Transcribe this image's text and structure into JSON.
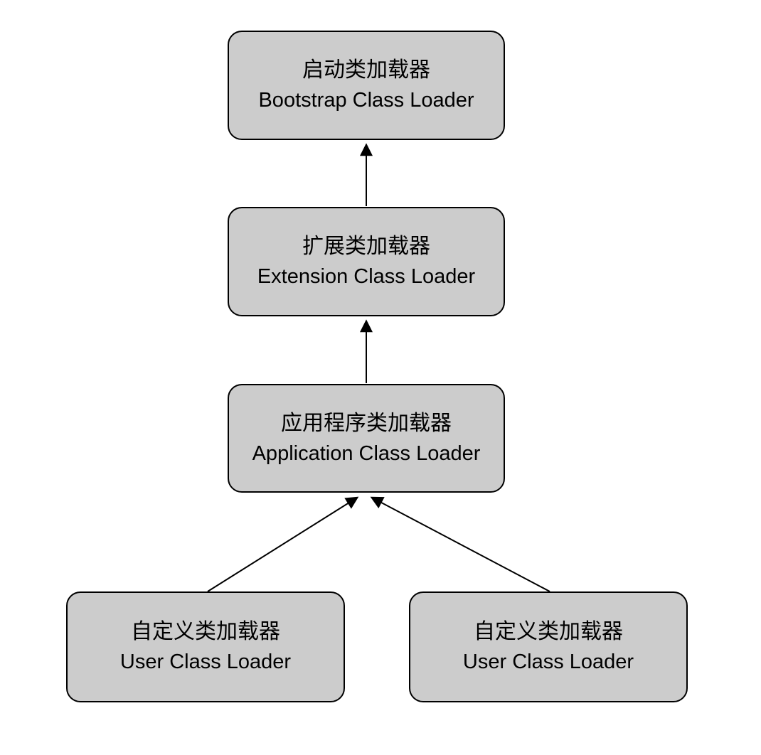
{
  "colors": {
    "background": "#FFFFFF",
    "node_fill": "#CCCCCC",
    "node_border": "#000000",
    "arrow": "#000000",
    "text": "#000000"
  },
  "nodes": {
    "bootstrap": {
      "zh": "启动类加载器",
      "en": "Bootstrap Class Loader"
    },
    "extension": {
      "zh": "扩展类加载器",
      "en": "Extension Class Loader"
    },
    "application": {
      "zh": "应用程序类加载器",
      "en": "Application Class Loader"
    },
    "user_left": {
      "zh": "自定义类加载器",
      "en": "User Class Loader"
    },
    "user_right": {
      "zh": "自定义类加载器",
      "en": "User Class Loader"
    }
  },
  "edges": [
    {
      "from": "extension",
      "to": "bootstrap",
      "direction": "up"
    },
    {
      "from": "application",
      "to": "extension",
      "direction": "up"
    },
    {
      "from": "user_left",
      "to": "application",
      "direction": "up"
    },
    {
      "from": "user_right",
      "to": "application",
      "direction": "up"
    }
  ]
}
